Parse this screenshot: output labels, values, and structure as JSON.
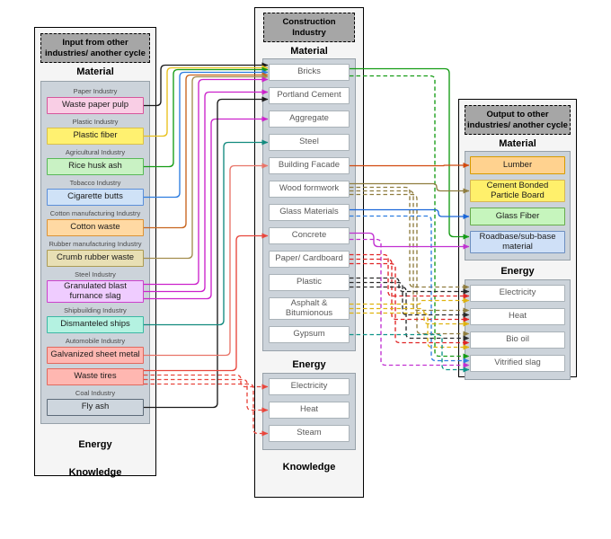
{
  "panels": {
    "input": {
      "title": "Input from other industries/ another cycle",
      "material_label": "Material",
      "energy_label": "Energy",
      "knowledge_label": "Knowledge",
      "items": [
        {
          "id": "wpp",
          "industry": "Paper Industry",
          "name": "Waste paper pulp",
          "fill": "#f9cee5",
          "border": "#d6569c"
        },
        {
          "id": "pfib",
          "industry": "Plastic Industry",
          "name": "Plastic fiber",
          "fill": "#fff170",
          "border": "#d9c04a"
        },
        {
          "id": "rha",
          "industry": "Agricultural Industry",
          "name": "Rice husk ash",
          "fill": "#c9f2c4",
          "border": "#58b858"
        },
        {
          "id": "cig",
          "industry": "Tobacco Industry",
          "name": "Cigarette butts",
          "fill": "#cfe2f7",
          "border": "#5b8fd9"
        },
        {
          "id": "cot",
          "industry": "Cotton manufacturing Industry",
          "name": "Cotton waste",
          "fill": "#ffd9a3",
          "border": "#db9337"
        },
        {
          "id": "crw",
          "industry": "Rubber manufacturing Industry",
          "name": "Crumb rubber waste",
          "fill": "#e8dfb4",
          "border": "#ab9b55"
        },
        {
          "id": "gbfs",
          "industry": "Steel Industry",
          "name": "Granulated blast furnance slag",
          "fill": "#efccff",
          "border": "#cc42cc"
        },
        {
          "id": "dsh",
          "industry": "Shipbuilding Industry",
          "name": "Dismanteled ships",
          "fill": "#b4f2e1",
          "border": "#3cb8a4"
        },
        {
          "id": "gsm",
          "industry": "Automobile Industry",
          "name": "Galvanized sheet metal",
          "fill": "#ffb7b1",
          "border": "#e2695e"
        },
        {
          "id": "wtr",
          "industry": "",
          "name": "Waste tires",
          "fill": "#ffb7b1",
          "border": "#e2695e"
        },
        {
          "id": "fash",
          "industry": "Coal Industry",
          "name": "Fly ash",
          "fill": "#ced6de",
          "border": "#5d6b79"
        }
      ]
    },
    "construction": {
      "title": "Construction Industry",
      "material_label": "Material",
      "energy_label": "Energy",
      "knowledge_label": "Knowledge",
      "materials": [
        {
          "id": "bricks",
          "name": "Bricks"
        },
        {
          "id": "pcem",
          "name": "Portland Cement"
        },
        {
          "id": "aggr",
          "name": "Aggregate"
        },
        {
          "id": "steel",
          "name": "Steel"
        },
        {
          "id": "bfac",
          "name": "Building Facade"
        },
        {
          "id": "wood",
          "name": "Wood formwork"
        },
        {
          "id": "glass",
          "name": "Glass Materials"
        },
        {
          "id": "conc",
          "name": "Concrete"
        },
        {
          "id": "paper",
          "name": "Paper/ Cardboard"
        },
        {
          "id": "plast",
          "name": "Plastic"
        },
        {
          "id": "asph",
          "name": "Asphalt & Bitumionous"
        },
        {
          "id": "gyps",
          "name": "Gypsum"
        }
      ],
      "energy_items": [
        {
          "id": "m_elec",
          "name": "Electricity"
        },
        {
          "id": "m_heat",
          "name": "Heat"
        },
        {
          "id": "m_steam",
          "name": "Steam"
        }
      ]
    },
    "output": {
      "title": "Output to other industries/ another cycle",
      "material_label": "Material",
      "energy_label": "Energy",
      "materials": [
        {
          "id": "lumber",
          "name": "Lumber",
          "fill": "#ffd28f",
          "border": "#d79b00"
        },
        {
          "id": "cbpb",
          "name": "Cement Bonded Particle Board",
          "fill": "#fff06b",
          "border": "#d6b656"
        },
        {
          "id": "gfiber",
          "name": "Glass Fiber",
          "fill": "#c6f5bd",
          "border": "#67ab4d"
        },
        {
          "id": "roadbase",
          "name": "Roadbase/sub-base material",
          "fill": "#cfe0f7",
          "border": "#6c8ebf"
        }
      ],
      "energy_items": [
        {
          "id": "r_elec",
          "name": "Electricity"
        },
        {
          "id": "r_heat",
          "name": "Heat"
        },
        {
          "id": "r_bio",
          "name": "Bio oil"
        },
        {
          "id": "r_vslag",
          "name": "Vitrified slag"
        }
      ]
    }
  },
  "edges": [
    {
      "from": "wpp",
      "to": "bricks",
      "color": "#1a1a1a",
      "dash": false,
      "lane": 179,
      "dy2": -8
    },
    {
      "from": "pfib",
      "to": "bricks",
      "color": "#e8c11c",
      "dash": false,
      "lane": 186,
      "dy2": -5
    },
    {
      "from": "rha",
      "to": "bricks",
      "color": "#149c14",
      "dash": false,
      "lane": 193,
      "dy2": -3
    },
    {
      "from": "cig",
      "to": "bricks",
      "color": "#2d7de0",
      "dash": false,
      "lane": 200,
      "dy2": 0
    },
    {
      "from": "cot",
      "to": "bricks",
      "color": "#c8641d",
      "dash": false,
      "lane": 207,
      "dy2": 3
    },
    {
      "from": "crw",
      "to": "bricks",
      "color": "#a38d4e",
      "dash": false,
      "lane": 214,
      "dy2": 5
    },
    {
      "from": "gbfs",
      "to": "bricks",
      "color": "#cc22cc",
      "dash": false,
      "lane": 221,
      "dy1": -8,
      "dy2": 8
    },
    {
      "from": "gbfs",
      "to": "pcem",
      "color": "#cc22cc",
      "dash": false,
      "lane": 228,
      "dy1": 0,
      "dy2": -4
    },
    {
      "from": "gbfs",
      "to": "aggr",
      "color": "#cc22cc",
      "dash": false,
      "lane": 235,
      "dy1": 8,
      "dy2": 0
    },
    {
      "from": "fash",
      "to": "pcem",
      "color": "#1a1a1a",
      "dash": false,
      "lane": 242,
      "dy2": 4
    },
    {
      "from": "dsh",
      "to": "steel",
      "color": "#128a7e",
      "dash": false,
      "lane": 249
    },
    {
      "from": "gsm",
      "to": "bfac",
      "color": "#e87468",
      "dash": false,
      "lane": 256
    },
    {
      "from": "wtr",
      "to": "conc",
      "color": "#e8463c",
      "dash": false,
      "lane": 263,
      "dy1": -7
    },
    {
      "from": "wtr",
      "to": "m_elec",
      "color": "#e8463c",
      "dash": true,
      "lane": 268,
      "dy1": -2
    },
    {
      "from": "wtr",
      "to": "m_heat",
      "color": "#e8463c",
      "dash": true,
      "lane": 275,
      "dy1": 3
    },
    {
      "from": "wtr",
      "to": "m_steam",
      "color": "#e8463c",
      "dash": true,
      "lane": 282,
      "dy1": 8
    },
    {
      "from": "bricks",
      "to": "roadbase",
      "color": "#149c14",
      "dash": false,
      "lane": 500,
      "dy1": -4,
      "dy2": -6
    },
    {
      "from": "bricks",
      "to": "r_vslag",
      "color": "#149c14",
      "dash": true,
      "lane": 484,
      "dy1": 4,
      "dy2": -8
    },
    {
      "from": "bfac",
      "to": "lumber",
      "color": "#d1490e",
      "dash": false,
      "lane": 494
    },
    {
      "from": "wood",
      "to": "cbpb",
      "color": "#8f7d3f",
      "dash": false,
      "lane": 486,
      "dy1": -6
    },
    {
      "from": "wood",
      "to": "r_elec",
      "color": "#8f7d3f",
      "dash": true,
      "lane": 456,
      "dy1": -2,
      "dy2": -7
    },
    {
      "from": "wood",
      "to": "r_heat",
      "color": "#8f7d3f",
      "dash": true,
      "lane": 460,
      "dy1": 2,
      "dy2": -7
    },
    {
      "from": "wood",
      "to": "r_bio",
      "color": "#8f7d3f",
      "dash": true,
      "lane": 464,
      "dy1": 6,
      "dy2": -7
    },
    {
      "from": "glass",
      "to": "gfiber",
      "color": "#1a66d9",
      "dash": false,
      "lane": 488,
      "dy1": -3
    },
    {
      "from": "glass",
      "to": "r_vslag",
      "color": "#2d7de0",
      "dash": true,
      "lane": 480,
      "dy1": 4,
      "dy2": -3
    },
    {
      "from": "conc",
      "to": "roadbase",
      "color": "#c130d1",
      "dash": false,
      "lane": 416,
      "dy1": -3,
      "dy2": 5
    },
    {
      "from": "conc",
      "to": "r_vslag",
      "color": "#c130d1",
      "dash": true,
      "lane": 424,
      "dy1": 4,
      "dy2": 2
    },
    {
      "from": "paper",
      "to": "r_elec",
      "color": "#e02424",
      "dash": true,
      "lane": 432,
      "dy1": -5,
      "dy2": 3
    },
    {
      "from": "paper",
      "to": "r_heat",
      "color": "#e02424",
      "dash": true,
      "lane": 436,
      "dy1": 0,
      "dy2": 3
    },
    {
      "from": "paper",
      "to": "r_bio",
      "color": "#e02424",
      "dash": true,
      "lane": 440,
      "dy1": 5,
      "dy2": 3
    },
    {
      "from": "plast",
      "to": "r_elec",
      "color": "#2b2b2b",
      "dash": true,
      "lane": 444,
      "dy1": -5,
      "dy2": -2
    },
    {
      "from": "plast",
      "to": "r_heat",
      "color": "#2b2b2b",
      "dash": true,
      "lane": 448,
      "dy1": 0,
      "dy2": -2
    },
    {
      "from": "plast",
      "to": "r_bio",
      "color": "#2b2b2b",
      "dash": true,
      "lane": 452,
      "dy1": 5,
      "dy2": -2
    },
    {
      "from": "asph",
      "to": "r_elec",
      "color": "#dfb30f",
      "dash": true,
      "lane": 468,
      "dy1": -5,
      "dy2": 8
    },
    {
      "from": "asph",
      "to": "r_heat",
      "color": "#dfb30f",
      "dash": true,
      "lane": 472,
      "dy1": 0,
      "dy2": 8
    },
    {
      "from": "asph",
      "to": "r_bio",
      "color": "#dfb30f",
      "dash": true,
      "lane": 476,
      "dy1": 5,
      "dy2": 8
    },
    {
      "from": "gyps",
      "to": "r_vslag",
      "color": "#0d9488",
      "dash": true,
      "lane": 492,
      "dy2": 7
    }
  ]
}
